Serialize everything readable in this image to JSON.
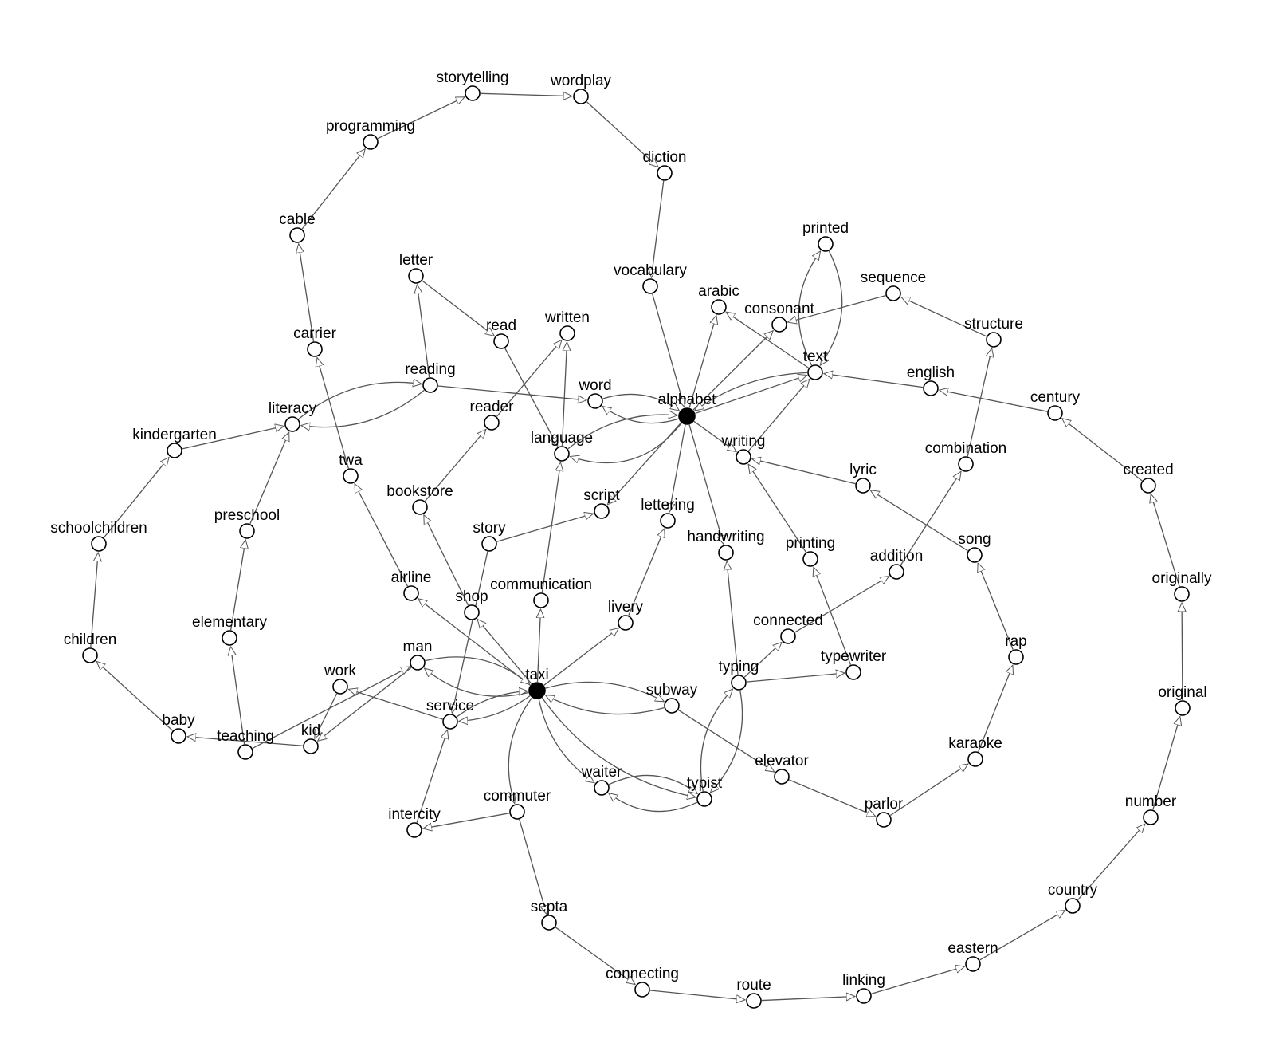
{
  "graph": {
    "colors": {
      "node_fill": "#ffffff",
      "node_stroke": "#000000",
      "hub_fill": "#000000",
      "edge": "#555555",
      "arrowhead": "#ffffff"
    },
    "nodes": [
      {
        "id": "alphabet",
        "label": "alphabet",
        "hub": true
      },
      {
        "id": "taxi",
        "label": "taxi",
        "hub": true
      },
      {
        "id": "storytelling",
        "label": "storytelling"
      },
      {
        "id": "wordplay",
        "label": "wordplay"
      },
      {
        "id": "programming",
        "label": "programming"
      },
      {
        "id": "diction",
        "label": "diction"
      },
      {
        "id": "cable",
        "label": "cable"
      },
      {
        "id": "printed",
        "label": "printed"
      },
      {
        "id": "letter",
        "label": "letter"
      },
      {
        "id": "vocabulary",
        "label": "vocabulary"
      },
      {
        "id": "sequence",
        "label": "sequence"
      },
      {
        "id": "arabic",
        "label": "arabic"
      },
      {
        "id": "consonant",
        "label": "consonant"
      },
      {
        "id": "written",
        "label": "written"
      },
      {
        "id": "read",
        "label": "read"
      },
      {
        "id": "structure",
        "label": "structure"
      },
      {
        "id": "carrier",
        "label": "carrier"
      },
      {
        "id": "text",
        "label": "text"
      },
      {
        "id": "reading",
        "label": "reading"
      },
      {
        "id": "english",
        "label": "english"
      },
      {
        "id": "word",
        "label": "word"
      },
      {
        "id": "century",
        "label": "century"
      },
      {
        "id": "reader",
        "label": "reader"
      },
      {
        "id": "literacy",
        "label": "literacy"
      },
      {
        "id": "kindergarten",
        "label": "kindergarten"
      },
      {
        "id": "language",
        "label": "language"
      },
      {
        "id": "writing",
        "label": "writing"
      },
      {
        "id": "combination",
        "label": "combination"
      },
      {
        "id": "twa",
        "label": "twa"
      },
      {
        "id": "lyric",
        "label": "lyric"
      },
      {
        "id": "created",
        "label": "created"
      },
      {
        "id": "bookstore",
        "label": "bookstore"
      },
      {
        "id": "script",
        "label": "script"
      },
      {
        "id": "lettering",
        "label": "lettering"
      },
      {
        "id": "preschool",
        "label": "preschool"
      },
      {
        "id": "schoolchildren",
        "label": "schoolchildren"
      },
      {
        "id": "story",
        "label": "story"
      },
      {
        "id": "handwriting",
        "label": "handwriting"
      },
      {
        "id": "printing",
        "label": "printing"
      },
      {
        "id": "song",
        "label": "song"
      },
      {
        "id": "addition",
        "label": "addition"
      },
      {
        "id": "airline",
        "label": "airline"
      },
      {
        "id": "originally",
        "label": "originally"
      },
      {
        "id": "shop",
        "label": "shop"
      },
      {
        "id": "communication",
        "label": "communication"
      },
      {
        "id": "livery",
        "label": "livery"
      },
      {
        "id": "elementary",
        "label": "elementary"
      },
      {
        "id": "connected",
        "label": "connected"
      },
      {
        "id": "children",
        "label": "children"
      },
      {
        "id": "rap",
        "label": "rap"
      },
      {
        "id": "man",
        "label": "man"
      },
      {
        "id": "work",
        "label": "work"
      },
      {
        "id": "typewriter",
        "label": "typewriter"
      },
      {
        "id": "typing",
        "label": "typing"
      },
      {
        "id": "original",
        "label": "original"
      },
      {
        "id": "subway",
        "label": "subway"
      },
      {
        "id": "service",
        "label": "service"
      },
      {
        "id": "baby",
        "label": "baby"
      },
      {
        "id": "teaching",
        "label": "teaching"
      },
      {
        "id": "kid",
        "label": "kid"
      },
      {
        "id": "karaoke",
        "label": "karaoke"
      },
      {
        "id": "elevator",
        "label": "elevator"
      },
      {
        "id": "waiter",
        "label": "waiter"
      },
      {
        "id": "typist",
        "label": "typist"
      },
      {
        "id": "commuter",
        "label": "commuter"
      },
      {
        "id": "number",
        "label": "number"
      },
      {
        "id": "intercity",
        "label": "intercity"
      },
      {
        "id": "parlor",
        "label": "parlor"
      },
      {
        "id": "country",
        "label": "country"
      },
      {
        "id": "septa",
        "label": "septa"
      },
      {
        "id": "eastern",
        "label": "eastern"
      },
      {
        "id": "connecting",
        "label": "connecting"
      },
      {
        "id": "linking",
        "label": "linking"
      },
      {
        "id": "route",
        "label": "route"
      }
    ],
    "edges": [
      [
        "storytelling",
        "wordplay"
      ],
      [
        "programming",
        "storytelling"
      ],
      [
        "wordplay",
        "diction"
      ],
      [
        "cable",
        "programming"
      ],
      [
        "carrier",
        "cable"
      ],
      [
        "twa",
        "carrier"
      ],
      [
        "airline",
        "twa"
      ],
      [
        "diction",
        "vocabulary"
      ],
      [
        "vocabulary",
        "alphabet"
      ],
      [
        "reading",
        "letter"
      ],
      [
        "letter",
        "read"
      ],
      [
        "read",
        "language"
      ],
      [
        "language",
        "written"
      ],
      [
        "bookstore",
        "reader"
      ],
      [
        "reader",
        "written"
      ],
      [
        "reading",
        "word"
      ],
      [
        "literacy",
        "reading"
      ],
      [
        "reading",
        "literacy"
      ],
      [
        "kindergarten",
        "literacy"
      ],
      [
        "preschool",
        "literacy"
      ],
      [
        "schoolchildren",
        "kindergarten"
      ],
      [
        "children",
        "schoolchildren"
      ],
      [
        "baby",
        "children"
      ],
      [
        "elementary",
        "preschool"
      ],
      [
        "teaching",
        "elementary"
      ],
      [
        "kid",
        "baby"
      ],
      [
        "work",
        "kid"
      ],
      [
        "man",
        "kid"
      ],
      [
        "teaching",
        "man"
      ],
      [
        "alphabet",
        "word"
      ],
      [
        "word",
        "alphabet"
      ],
      [
        "language",
        "alphabet"
      ],
      [
        "alphabet",
        "language"
      ],
      [
        "alphabet",
        "arabic"
      ],
      [
        "alphabet",
        "consonant"
      ],
      [
        "text",
        "alphabet"
      ],
      [
        "alphabet",
        "text"
      ],
      [
        "alphabet",
        "writing"
      ],
      [
        "alphabet",
        "script"
      ],
      [
        "alphabet",
        "lettering"
      ],
      [
        "alphabet",
        "handwriting"
      ],
      [
        "text",
        "printed"
      ],
      [
        "printed",
        "text"
      ],
      [
        "sequence",
        "consonant"
      ],
      [
        "structure",
        "sequence"
      ],
      [
        "text",
        "arabic"
      ],
      [
        "english",
        "text"
      ],
      [
        "century",
        "english"
      ],
      [
        "created",
        "century"
      ],
      [
        "originally",
        "created"
      ],
      [
        "original",
        "originally"
      ],
      [
        "number",
        "original"
      ],
      [
        "country",
        "number"
      ],
      [
        "eastern",
        "country"
      ],
      [
        "linking",
        "eastern"
      ],
      [
        "route",
        "linking"
      ],
      [
        "connecting",
        "route"
      ],
      [
        "septa",
        "connecting"
      ],
      [
        "commuter",
        "septa"
      ],
      [
        "writing",
        "text"
      ],
      [
        "combination",
        "structure"
      ],
      [
        "addition",
        "combination"
      ],
      [
        "connected",
        "addition"
      ],
      [
        "typing",
        "connected"
      ],
      [
        "lyric",
        "writing"
      ],
      [
        "song",
        "lyric"
      ],
      [
        "rap",
        "song"
      ],
      [
        "karaoke",
        "rap"
      ],
      [
        "parlor",
        "karaoke"
      ],
      [
        "elevator",
        "parlor"
      ],
      [
        "subway",
        "elevator"
      ],
      [
        "printing",
        "writing"
      ],
      [
        "typewriter",
        "printing"
      ],
      [
        "typing",
        "typewriter"
      ],
      [
        "typing",
        "handwriting"
      ],
      [
        "story",
        "script"
      ],
      [
        "taxi",
        "livery"
      ],
      [
        "livery",
        "lettering"
      ],
      [
        "taxi",
        "airline"
      ],
      [
        "taxi",
        "shop"
      ],
      [
        "shop",
        "bookstore"
      ],
      [
        "taxi",
        "communication"
      ],
      [
        "communication",
        "language"
      ],
      [
        "taxi",
        "man"
      ],
      [
        "man",
        "taxi"
      ],
      [
        "taxi",
        "service"
      ],
      [
        "service",
        "taxi"
      ],
      [
        "service",
        "work"
      ],
      [
        "story",
        "service"
      ],
      [
        "taxi",
        "subway"
      ],
      [
        "subway",
        "taxi"
      ],
      [
        "taxi",
        "waiter"
      ],
      [
        "taxi",
        "typist"
      ],
      [
        "taxi",
        "commuter"
      ],
      [
        "waiter",
        "typist"
      ],
      [
        "typist",
        "waiter"
      ],
      [
        "typist",
        "typing"
      ],
      [
        "typing",
        "typist"
      ],
      [
        "commuter",
        "intercity"
      ],
      [
        "intercity",
        "service"
      ]
    ]
  }
}
